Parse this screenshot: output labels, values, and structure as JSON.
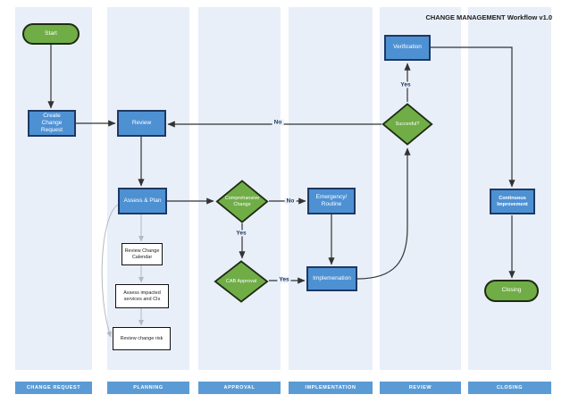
{
  "title": "CHANGE MANAGEMENT Workflow v1.0",
  "colors": {
    "lane-bg": "#e9eff8",
    "bar-blue": "#5b9bd5",
    "node-blue": "#4e91d3",
    "node-blue-border": "#1f3864",
    "node-green": "#70ad47",
    "node-green-border": "#1e2b12",
    "edge-dark": "#333333",
    "edge-gray": "#b3b9c2",
    "label-navy": "#17365d"
  },
  "lanes": [
    {
      "label": "CHANGE REQUEST"
    },
    {
      "label": "PLANNING"
    },
    {
      "label": "APPROVAL"
    },
    {
      "label": "IMPLEMENTATION"
    },
    {
      "label": "REVIEW"
    },
    {
      "label": "CLOSING"
    }
  ],
  "nodes": {
    "start": {
      "label": "Start"
    },
    "create_change_request": {
      "label": "Create Change Request"
    },
    "review": {
      "label": "Review"
    },
    "assess_plan": {
      "label": "Assess & Plan"
    },
    "review_change_calendar": {
      "label": "Review Change Calendar"
    },
    "assess_impacted": {
      "label": "Assess impacted services and CIs"
    },
    "review_change_risk": {
      "label": "Review change risk"
    },
    "comprehensive_change": {
      "label": "Comprehansive Change"
    },
    "cab_approval": {
      "label": "CAB Approval"
    },
    "emergency_routine": {
      "label": "Emergency/ Routine"
    },
    "implementation": {
      "label": "Implemenation"
    },
    "successful": {
      "label": "Succesful?"
    },
    "verification": {
      "label": "Verification"
    },
    "continuous_improvement": {
      "label": "Continuous Improvement"
    },
    "closing": {
      "label": "Closing"
    }
  },
  "edge_labels": {
    "successful_no": "No",
    "comprehensive_no": "No",
    "comprehensive_yes": "Yes",
    "cab_yes": "Yes",
    "successful_yes": "Yes"
  }
}
